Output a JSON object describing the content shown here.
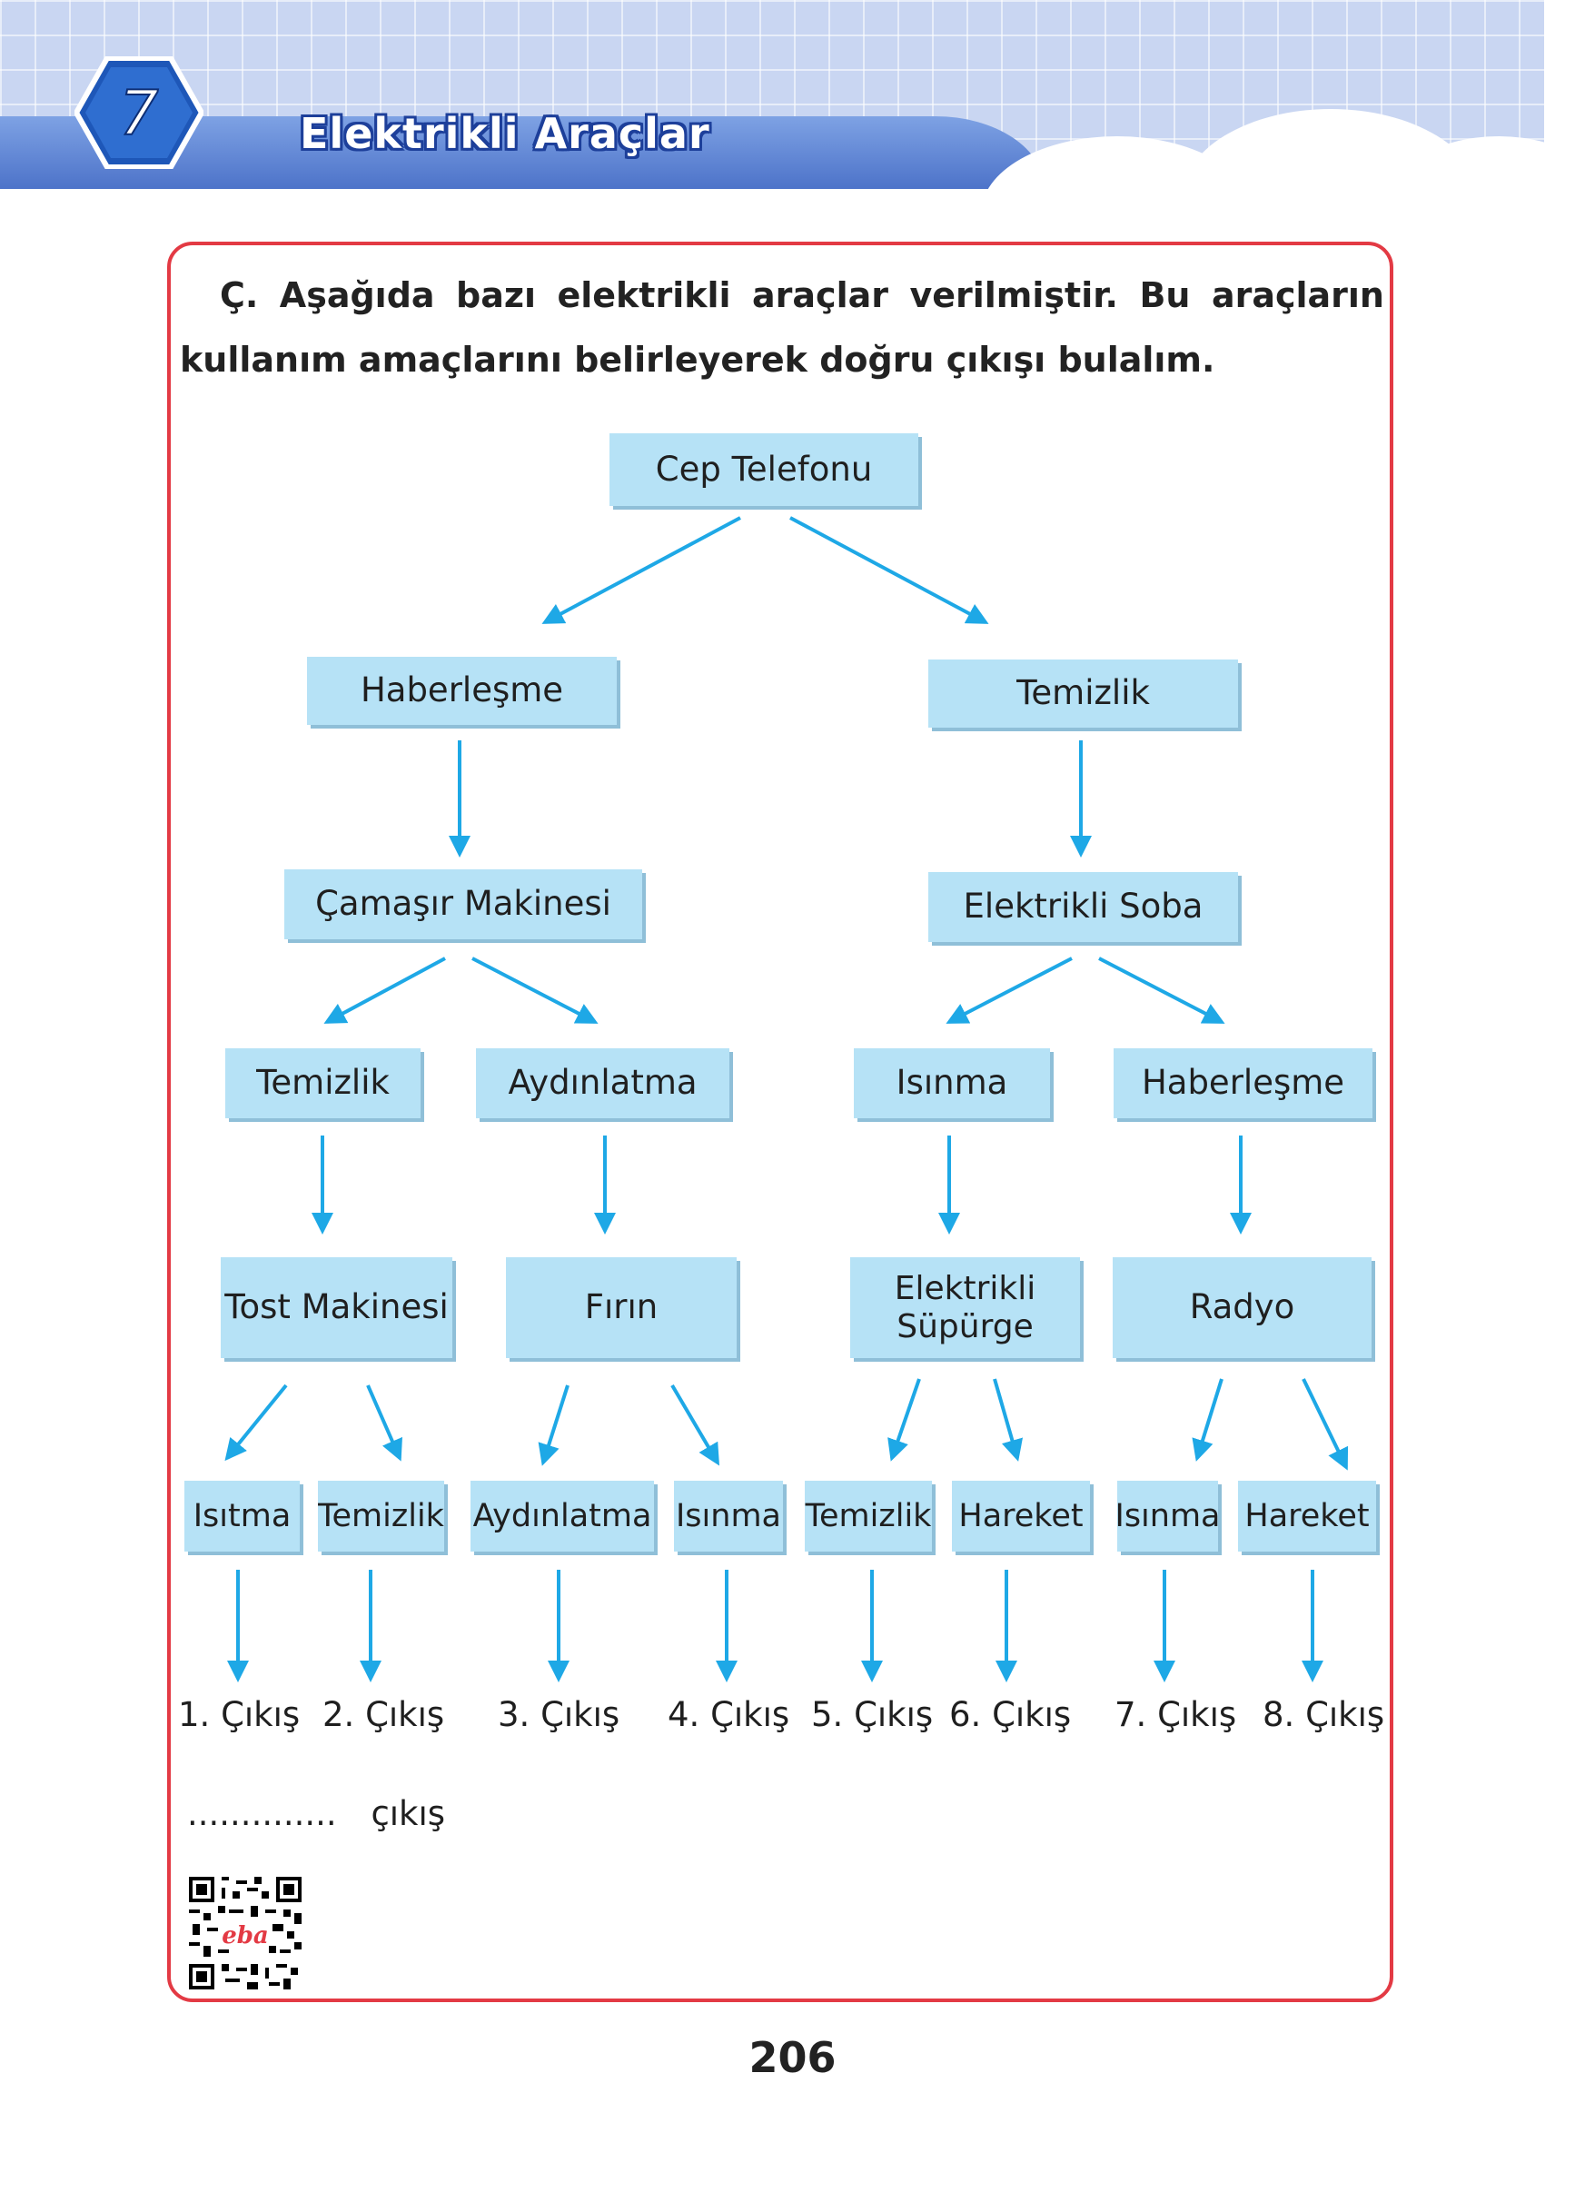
{
  "header": {
    "chapter_number": "7",
    "chapter_title": "Elektrikli Araçlar",
    "colors": {
      "band": "#c9d6f2",
      "stripe": "#4d73c9",
      "frame": "#e33a44",
      "node_fill": "#b6e2f6",
      "arrow": "#1ea8e6"
    }
  },
  "instruction": {
    "line1": "Ç. Aşağıda bazı elektrikli araçlar verilmiştir. Bu araçların",
    "line2": "kullanım amaçlarını belirleyerek doğru çıkışı bulalım."
  },
  "flowchart": {
    "root": "Cep Telefonu",
    "level1": [
      "Haberleşme",
      "Temizlik"
    ],
    "level2": [
      "Çamaşır Makinesi",
      "Elektrikli Soba"
    ],
    "level3": [
      "Temizlik",
      "Aydınlatma",
      "Isınma",
      "Haberleşme"
    ],
    "level4": [
      "Tost Makinesi",
      "Fırın",
      "Elektrikli",
      "Süpürge",
      "Radyo"
    ],
    "level5": [
      "Isıtma",
      "Temizlik",
      "Aydınlatma",
      "Isınma",
      "Temizlik",
      "Hareket",
      "Isınma",
      "Hareket"
    ],
    "exits": [
      "1. Çıkış",
      "2. Çıkış",
      "3. Çıkış",
      "4. Çıkış",
      "5. Çıkış",
      "6. Çıkış",
      "7. Çıkış",
      "8. Çıkış"
    ]
  },
  "answer": {
    "dots": "..............",
    "label": "çıkış"
  },
  "qr": {
    "logo_text": "eba"
  },
  "page_number": "206"
}
